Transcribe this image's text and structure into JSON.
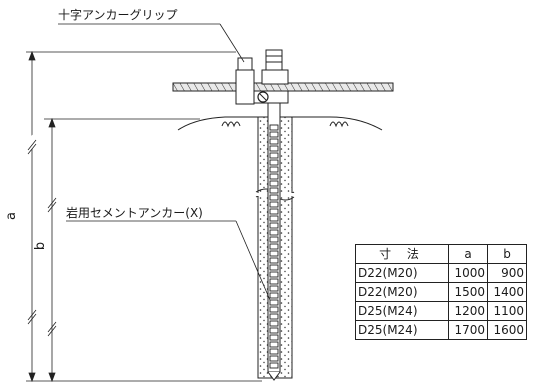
{
  "labels": {
    "grip": "十字アンカーグリップ",
    "anchor": "岩用セメントアンカー(X)",
    "dim_a": "a",
    "dim_b": "b"
  },
  "table": {
    "headers": [
      "寸 法",
      "a",
      "b"
    ],
    "rows": [
      {
        "size": "D22(M20)",
        "a": "1000",
        "b": "900"
      },
      {
        "size": "D22(M20)",
        "a": "1500",
        "b": "1400"
      },
      {
        "size": "D25(M24)",
        "a": "1200",
        "b": "1100"
      },
      {
        "size": "D25(M24)",
        "a": "1700",
        "b": "1600"
      }
    ]
  }
}
